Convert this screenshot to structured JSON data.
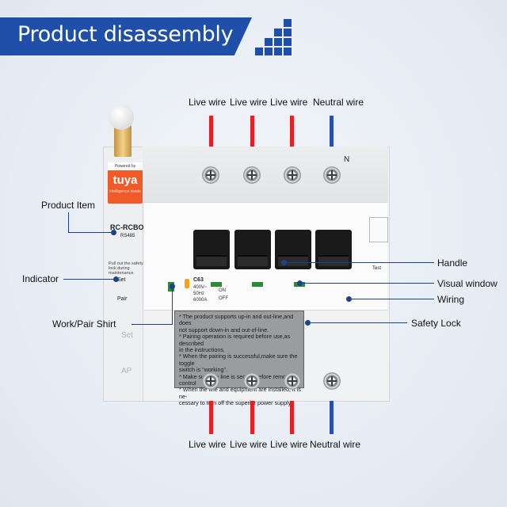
{
  "banner": {
    "title": "Product disassembly"
  },
  "wires_top": {
    "labels": [
      "Live wire",
      "Live wire",
      "Live wire",
      "Neutral wire"
    ]
  },
  "wires_bottom": {
    "labels": [
      "Live wire",
      "Live wire",
      "Live wire",
      "Neutral wire"
    ]
  },
  "callouts": {
    "product_item": "Product Item",
    "indicator": "Indicator",
    "work_pair": "Work/Pair Shirt",
    "handle": "Handle",
    "visual_window": "Visual window",
    "wiring": "Wiring",
    "safety_lock": "Safety Lock"
  },
  "device": {
    "model": "RC-RCBO",
    "interface": "RS485",
    "neutral_mark": "N",
    "test": "Test",
    "set": "Set",
    "pair": "Pair",
    "set_ghost": "Set",
    "ap_ghost": "AP",
    "hint": "Pull out the safety lock during maintenance",
    "on": "ON",
    "off": "OFF",
    "rating": "C63",
    "spec1": "400V~",
    "spec2": "50Hz",
    "spec3": "6000A",
    "tuya_powered": "Powered by",
    "tuya_logo": "tuya",
    "tuya_sub": "intelligence inside",
    "notice": [
      "* The product supports up-in and out-line,and does",
      "  not support down-in and out-of-line.",
      "* Pairing operation is required before use,as described",
      "  in the instructions.",
      "* When the pairing is successful,make sure the toggle",
      "  switch is \"working\".",
      "* Make sure the line is secure before remote control",
      "* When the line and equipment are installed, it is ne-",
      "  cessary to turn off the superior power supply."
    ]
  },
  "colors": {
    "banner": "#1f4fa8",
    "live": "#e61e25",
    "neutral": "#2a4fb0",
    "leader": "#1f3f8f"
  }
}
